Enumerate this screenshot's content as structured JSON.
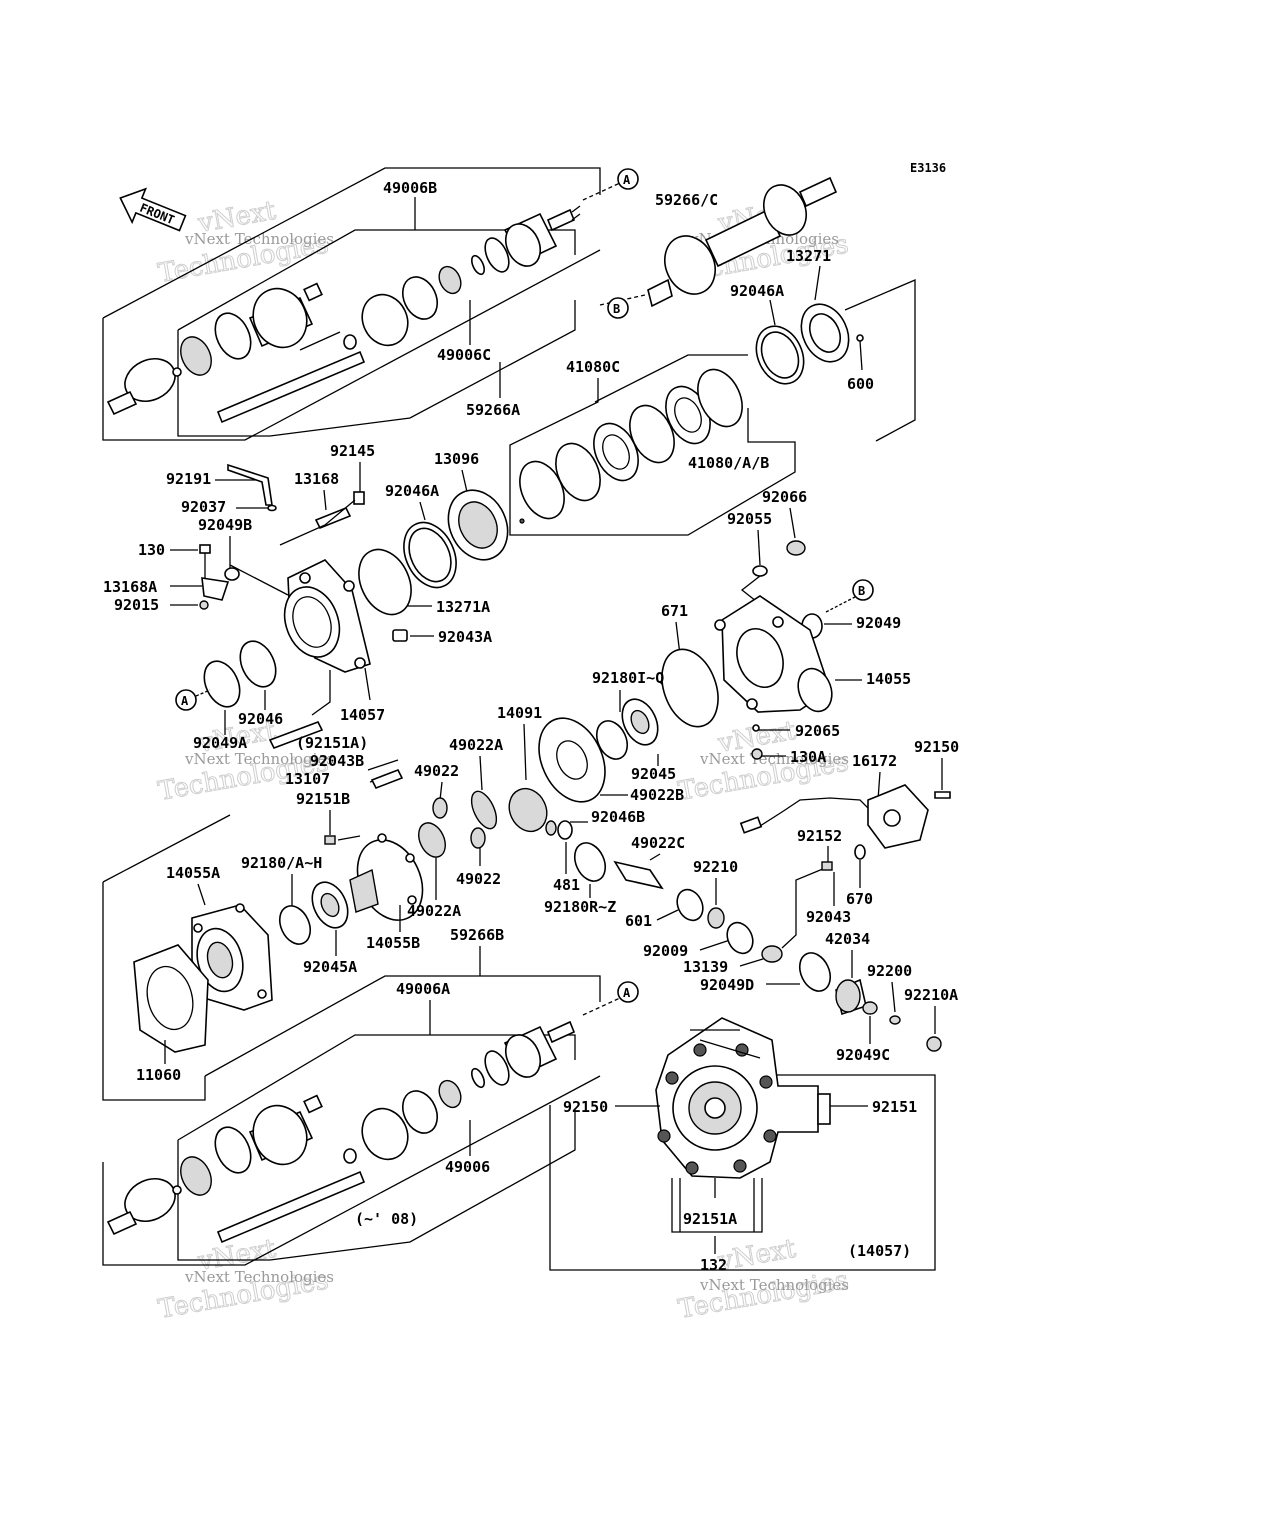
{
  "diagram": {
    "code": "E3136",
    "front_label": "FRONT",
    "watermark": {
      "big": "Technologies",
      "small": "vNext Technologies",
      "top": "vNext"
    },
    "callouts": {
      "a1": "A",
      "a2": "A",
      "a3": "A",
      "b1": "B",
      "b2": "B"
    },
    "labels": {
      "l49006B": "49006B",
      "l59266C": "59266/C",
      "l13271": "13271",
      "l92046A_top": "92046A",
      "l600": "600",
      "l49006C": "49006C",
      "l59266A": "59266A",
      "l41080C": "41080C",
      "l41080AB": "41080/A/B",
      "l92145": "92145",
      "l13096": "13096",
      "l92191": "92191",
      "l13168": "13168",
      "l92046A_mid": "92046A",
      "l92037": "92037",
      "l92049B": "92049B",
      "l130": "130",
      "l13168A": "13168A",
      "l92015": "92015",
      "l13271A": "13271A",
      "l92043A": "92043A",
      "l92066": "92066",
      "l92055": "92055",
      "l92049": "92049",
      "l671": "671",
      "l14055": "14055",
      "l92046": "92046",
      "l14057": "14057",
      "l92049A": "92049A",
      "l92151A_paren": "(92151A)",
      "l92180IQ": "92180I~Q",
      "l14091": "14091",
      "l92065": "92065",
      "l130A": "130A",
      "l92150_r": "92150",
      "l16172": "16172",
      "l92043B": "92043B",
      "l13107": "13107",
      "l49022A_top": "49022A",
      "l49022_top": "49022",
      "l92045": "92045",
      "l49022B": "49022B",
      "l92151B": "92151B",
      "l92046B": "92046B",
      "l49022C": "49022C",
      "l92152": "92152",
      "l14055A": "14055A",
      "l92180AH": "92180/A~H",
      "l49022_mid": "49022",
      "l481": "481",
      "l92210": "92210",
      "l670": "670",
      "l92180RZ": "92180R~Z",
      "l92043": "92043",
      "l49022A_mid": "49022A",
      "l601": "601",
      "l14055B": "14055B",
      "l59266B": "59266B",
      "l42034": "42034",
      "l92009": "92009",
      "l92045A": "92045A",
      "l13139": "13139",
      "l92200": "92200",
      "l49006A": "49006A",
      "l92049D": "92049D",
      "l92210A": "92210A",
      "l11060": "11060",
      "l92049C": "92049C",
      "l92150_b": "92150",
      "l92151_b": "92151",
      "l49006": "49006",
      "l08": "(~' 08)",
      "l92151A_b": "92151A",
      "l132": "132",
      "l14057_paren": "(14057)"
    }
  }
}
